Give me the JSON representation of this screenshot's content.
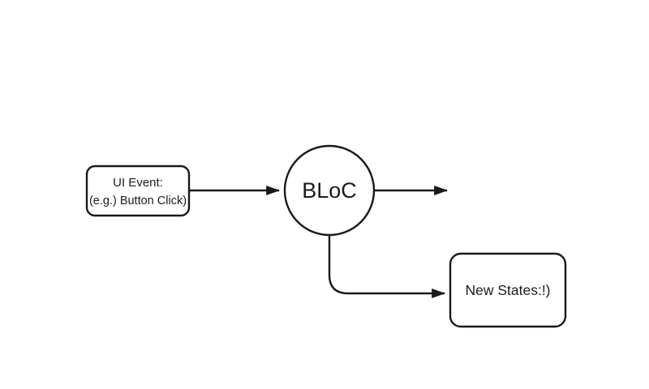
{
  "canvas": {
    "background": "#ffffff",
    "stroke_color": "#191919"
  },
  "nodes": {
    "ui_event_box": {
      "label_line1": "UI Event:",
      "label_line2": "(e.g.) Button Click)"
    },
    "bloc_circle": {
      "label": "BLoC"
    },
    "new_states_box": {
      "label": "New States:!)"
    }
  }
}
